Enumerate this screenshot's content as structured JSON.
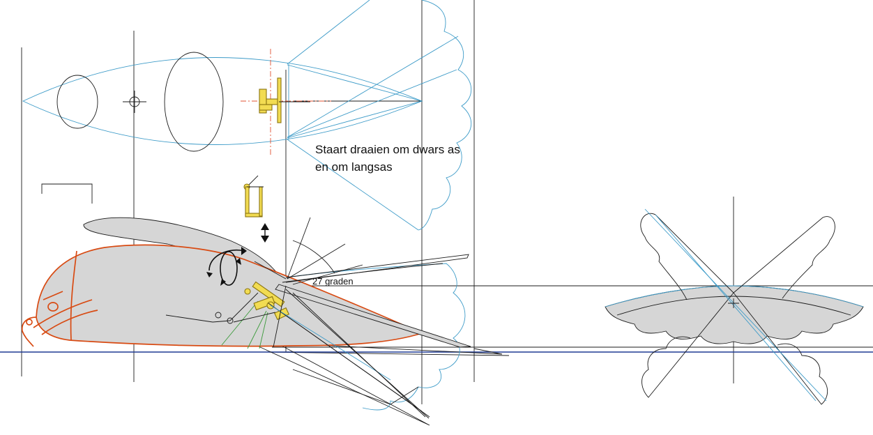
{
  "annotations": {
    "tail_rotation_line1": "Staart draaien om dwars as",
    "tail_rotation_line2": "en om langsas",
    "angle_label": "27 graden"
  },
  "colors": {
    "outline": "#1a1a1a",
    "wing_blue": "#3d9bc8",
    "body_orange": "#d84a12",
    "mechanism_yellow": "#f2dc52",
    "fill_gray": "#d6d6d6",
    "ground_navy": "#1f3a93",
    "centerline_red": "#e05030",
    "linkage_green": "#3a9a3a"
  }
}
